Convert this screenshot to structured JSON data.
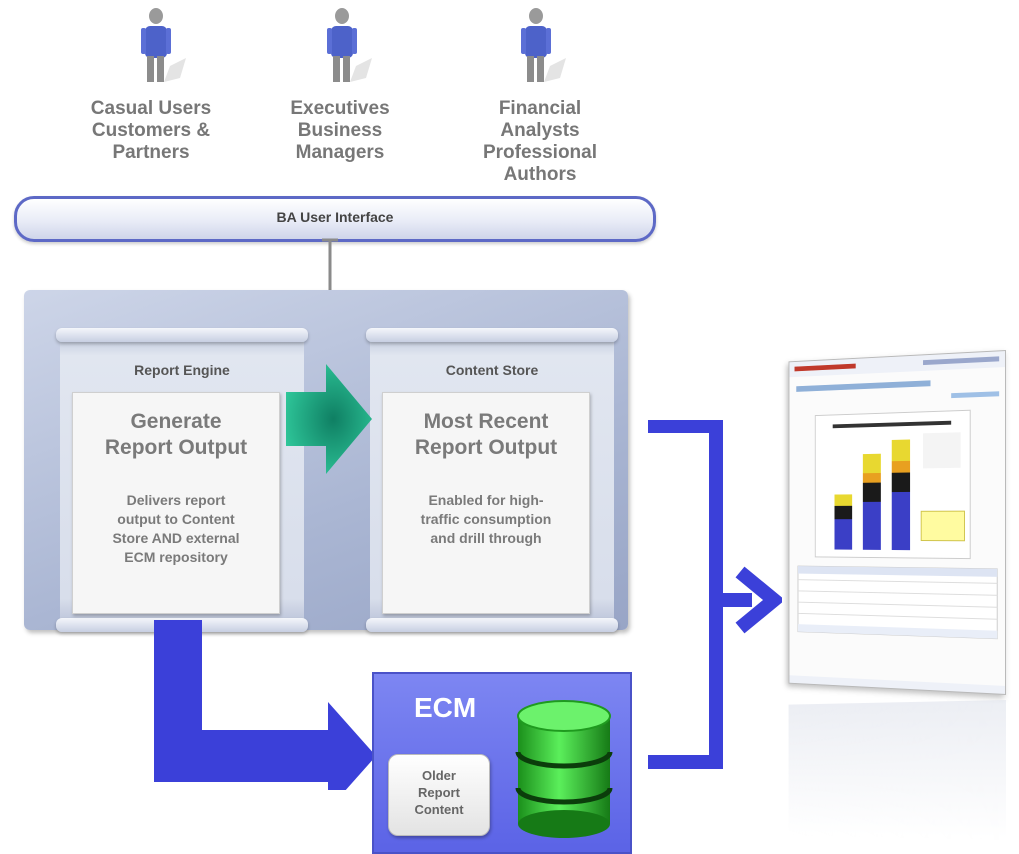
{
  "users": [
    {
      "label": "Casual Users\nCustomers &\nPartners"
    },
    {
      "label": "Executives\nBusiness\nManagers"
    },
    {
      "label": "Financial\nAnalysts\nProfessional\nAuthors"
    }
  ],
  "ui_bar": {
    "label": "BA  User Interface"
  },
  "report_engine": {
    "title": "Report Engine",
    "card_title": "Generate\nReport Output",
    "card_desc": "Delivers report\noutput to Content\nStore AND external\nECM repository"
  },
  "content_store": {
    "title": "Content Store",
    "card_title": "Most Recent\nReport Output",
    "card_desc": "Enabled for high-\ntraffic consumption\nand drill through"
  },
  "ecm": {
    "label": "ECM",
    "older_content": "Older\nReport\nContent"
  },
  "colors": {
    "accent_blue": "#3b40d9",
    "teal_arrow": "#1fae82",
    "ecm_box": "#6a72ec",
    "database_green": "#3ccc3c",
    "person_blue": "#4d62c9"
  }
}
